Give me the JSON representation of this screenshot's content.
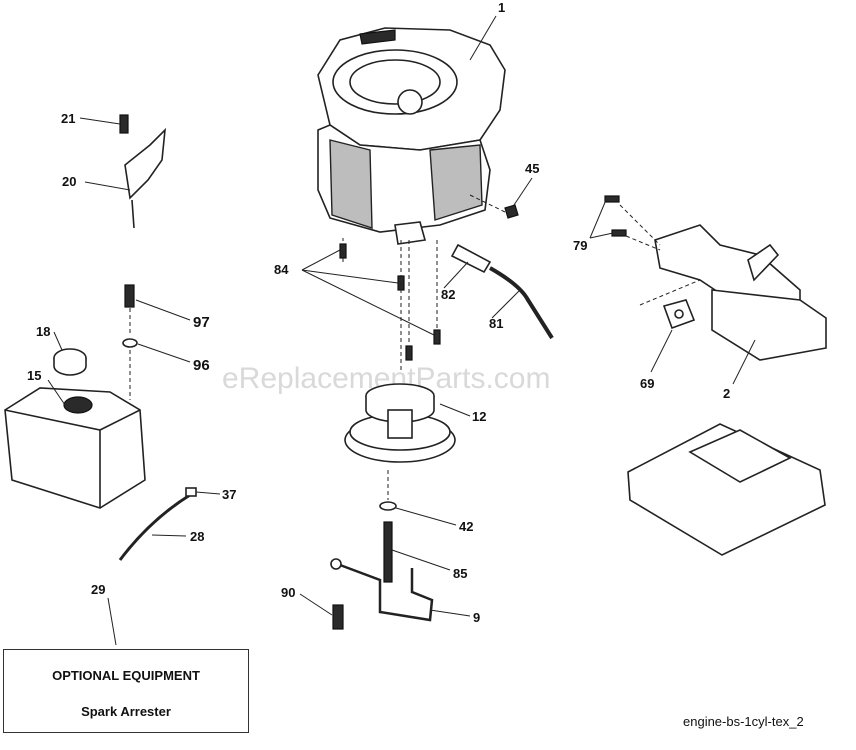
{
  "watermark": "eReplacementParts.com",
  "callouts": {
    "c1": "1",
    "c2": "2",
    "c9": "9",
    "c12": "12",
    "c15": "15",
    "c18": "18",
    "c20": "20",
    "c21": "21",
    "c28": "28",
    "c29": "29",
    "c37": "37",
    "c42": "42",
    "c45": "45",
    "c69": "69",
    "c79": "79",
    "c81": "81",
    "c82": "82",
    "c84": "84",
    "c85": "85",
    "c90": "90",
    "c96": "96",
    "c97": "97"
  },
  "optional_box": {
    "title": "OPTIONAL EQUIPMENT",
    "item": "Spark Arrester"
  },
  "diagram_code": "engine-bs-1cyl-tex_2"
}
